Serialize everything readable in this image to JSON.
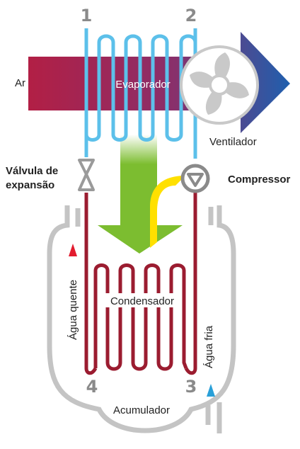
{
  "labels": {
    "num1": "1",
    "num2": "2",
    "num3": "3",
    "num4": "4",
    "ar": "Ar",
    "evaporador": "Evaporador",
    "ventilador": "Ventilador",
    "valvula_line1": "Válvula de",
    "valvula_line2": "expansão",
    "compressor": "Compressor",
    "condensador": "Condensador",
    "agua_quente": "Água quente",
    "agua_fria": "Água fria",
    "acumulador": "Acumulador"
  },
  "colors": {
    "pipe_cold": "#5cc0ea",
    "pipe_hot": "#9b1c30",
    "air_start": "#b21f45",
    "air_end": "#1f5fae",
    "tank": "#c4c4c4",
    "green_arrow": "#7cbd30",
    "yellow_flow": "#ffe000",
    "hot_marker": "#e21b2e",
    "cold_marker": "#2aa0d8",
    "number_gray": "#8a8a8a"
  },
  "icons": {
    "fan": "fan-icon",
    "valve": "expansion-valve-icon",
    "compressor": "compressor-icon",
    "hot_marker": "triangle-up-icon",
    "cold_marker": "triangle-up-icon"
  }
}
